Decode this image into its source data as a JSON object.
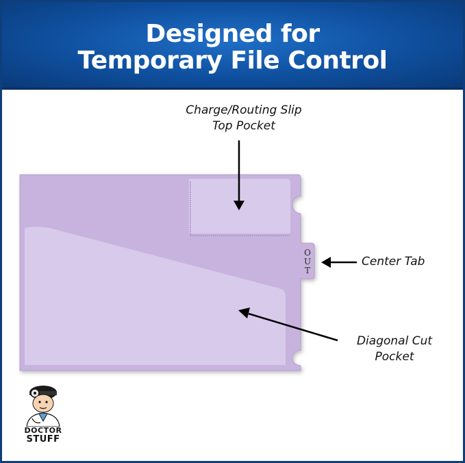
{
  "header": {
    "title_line1": "Designed for",
    "title_line2": "Temporary File Control"
  },
  "callouts": {
    "charge_line1": "Charge/Routing Slip",
    "charge_line2": "Top Pocket",
    "center_tab": "Center Tab",
    "diagonal_line1": "Diagonal Cut",
    "diagonal_line2": "Pocket"
  },
  "folder": {
    "tab_text": "OUT",
    "color": "#c7b3dd"
  },
  "brand": {
    "line1": "DOCTOR",
    "line2": "STUFF"
  },
  "colors": {
    "banner": "#1258a8",
    "border": "#0f3f7a",
    "folder_body": "#c7b3dd",
    "pocket": "#d9cbea"
  }
}
